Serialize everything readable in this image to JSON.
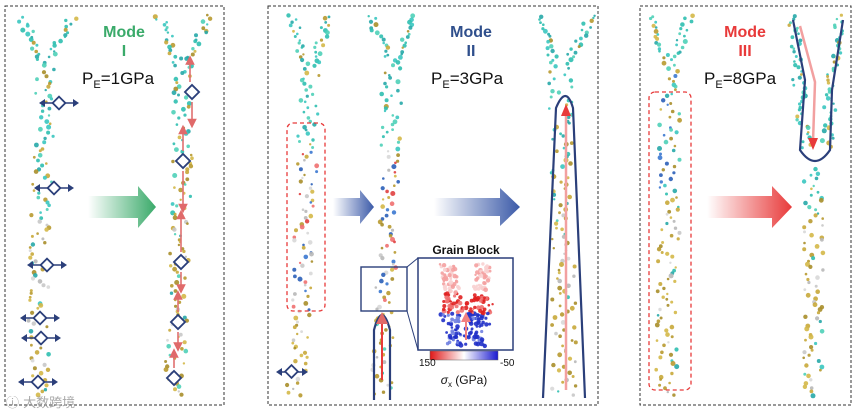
{
  "panels": [
    {
      "mode_word": "Mode",
      "mode_numeral": "I",
      "pe_label": "P",
      "pe_sub": "E",
      "pe_value": "=1GPa",
      "color": "#3aaa6a"
    },
    {
      "mode_word": "Mode",
      "mode_numeral": "II",
      "pe_label": "P",
      "pe_sub": "E",
      "pe_value": "=3GPa",
      "color": "#2f4f8c"
    },
    {
      "mode_word": "Mode",
      "mode_numeral": "III",
      "pe_label": "P",
      "pe_sub": "E",
      "pe_value": "=8GPa",
      "color": "#e83a3a"
    }
  ],
  "inset": {
    "title": "Grain Block",
    "colorbar_min": "150",
    "colorbar_max": "-50",
    "axis_label_symbol": "σ",
    "axis_label_sub": "x",
    "axis_label_unit": " (GPa)"
  },
  "watermark": "ⓘ 大数跨境",
  "colors": {
    "teal": "#2fbfb0",
    "olive": "#c8a83a",
    "blue_dark": "#2b3f7a",
    "red_accent": "#e83a3a",
    "green_accent": "#3aaa6a"
  }
}
